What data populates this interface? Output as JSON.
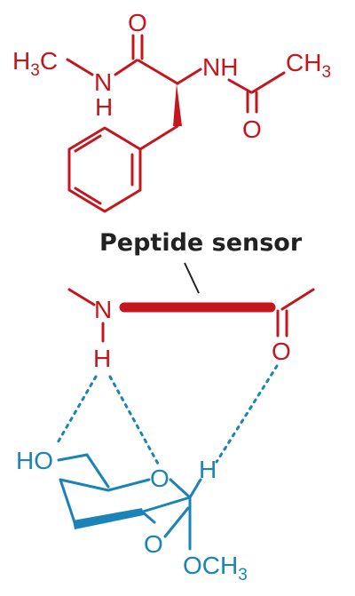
{
  "title": "Peptide sensor",
  "colors": {
    "peptide": "#c4161c",
    "sugar": "#1a84b8",
    "label": "#222222"
  },
  "peptide_atoms": {
    "o_top": "O",
    "h3c": "H",
    "h3c_sub": "3",
    "h3c_c": "C",
    "nh_left_n": "N",
    "nh_left_h": "H",
    "nh_right_n": "NH",
    "ch3": "CH",
    "ch3_sub": "3",
    "o_bottom": "O"
  },
  "sensor_atoms": {
    "n": "N",
    "h": "H",
    "o": "O"
  },
  "sugar_atoms": {
    "ho": "HO",
    "o_ring": "O",
    "h": "H",
    "o_lower": "O",
    "och3": "OCH",
    "och3_sub": "3"
  }
}
